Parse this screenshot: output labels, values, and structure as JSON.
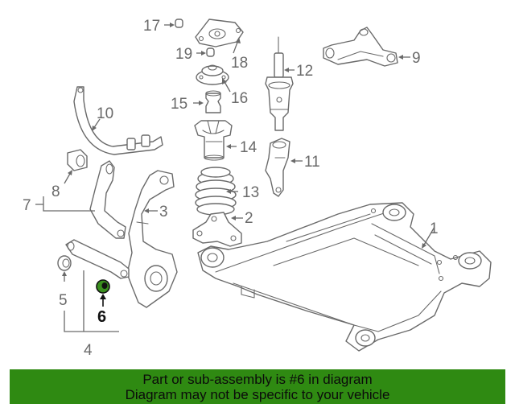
{
  "highlight_color": "#2f8a12",
  "callouts": {
    "n1": "1",
    "n2": "2",
    "n3": "3",
    "n4": "4",
    "n5": "5",
    "n6": "6",
    "n7": "7",
    "n8": "8",
    "n9": "9",
    "n10": "10",
    "n11": "11",
    "n12": "12",
    "n13": "13",
    "n14": "14",
    "n15": "15",
    "n16": "16",
    "n17": "17",
    "n18": "18",
    "n19": "19"
  },
  "banner": {
    "line1": "Part or sub-assembly is #6 in diagram",
    "line2": "Diagram may not be specific to your vehicle"
  }
}
